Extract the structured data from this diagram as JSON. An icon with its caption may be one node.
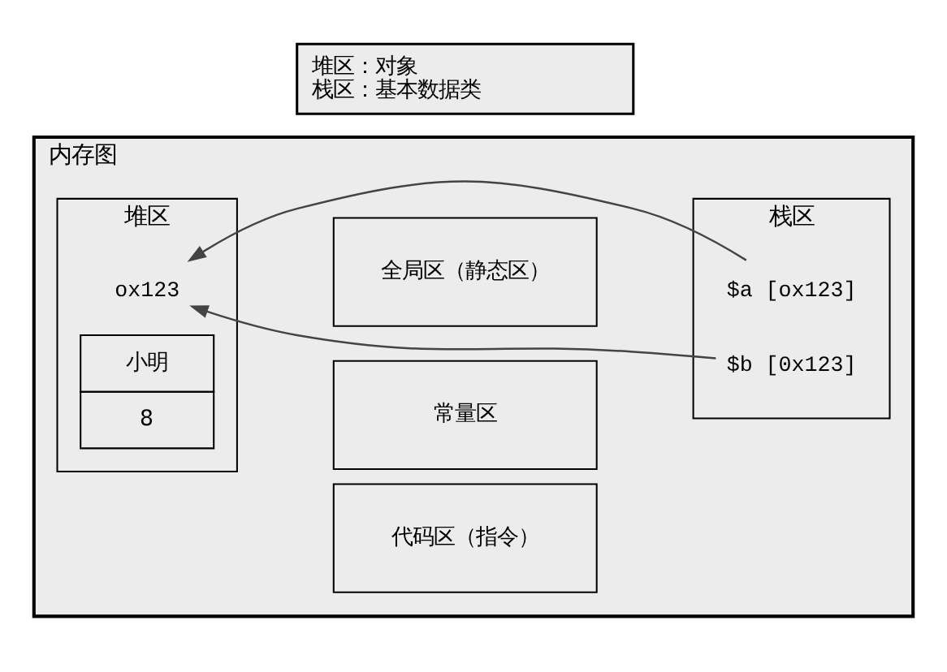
{
  "diagram": {
    "nodes": [
      {
        "text": [
          "堆区：对象",
          "栈区：基本数据类"
        ]
      },
      {
        "text": [
          "内存图"
        ]
      },
      {
        "text": [
          "堆区"
        ],
        "in": 1
      },
      {
        "text": [
          "ox123"
        ],
        "in": 2
      },
      {
        "text": [
          "小明",
          "8"
        ],
        "in": 2
      },
      {
        "text": [
          "全局区（静态区）"
        ],
        "in": 1
      },
      {
        "text": [
          "常量区"
        ],
        "in": 1
      },
      {
        "text": [
          "代码区（指令）"
        ],
        "in": 1
      },
      {
        "text": [
          "栈区"
        ],
        "in": 1
      },
      {
        "text": [
          "$a [ox123]"
        ],
        "in": 8
      },
      {
        "text": [
          "$b [0x123]"
        ],
        "in": 8
      }
    ],
    "edges": [
      {
        "from": 9,
        "to": 3,
        "arrow": "to"
      },
      {
        "from": 10,
        "to": 3,
        "arrow": "to"
      }
    ]
  }
}
